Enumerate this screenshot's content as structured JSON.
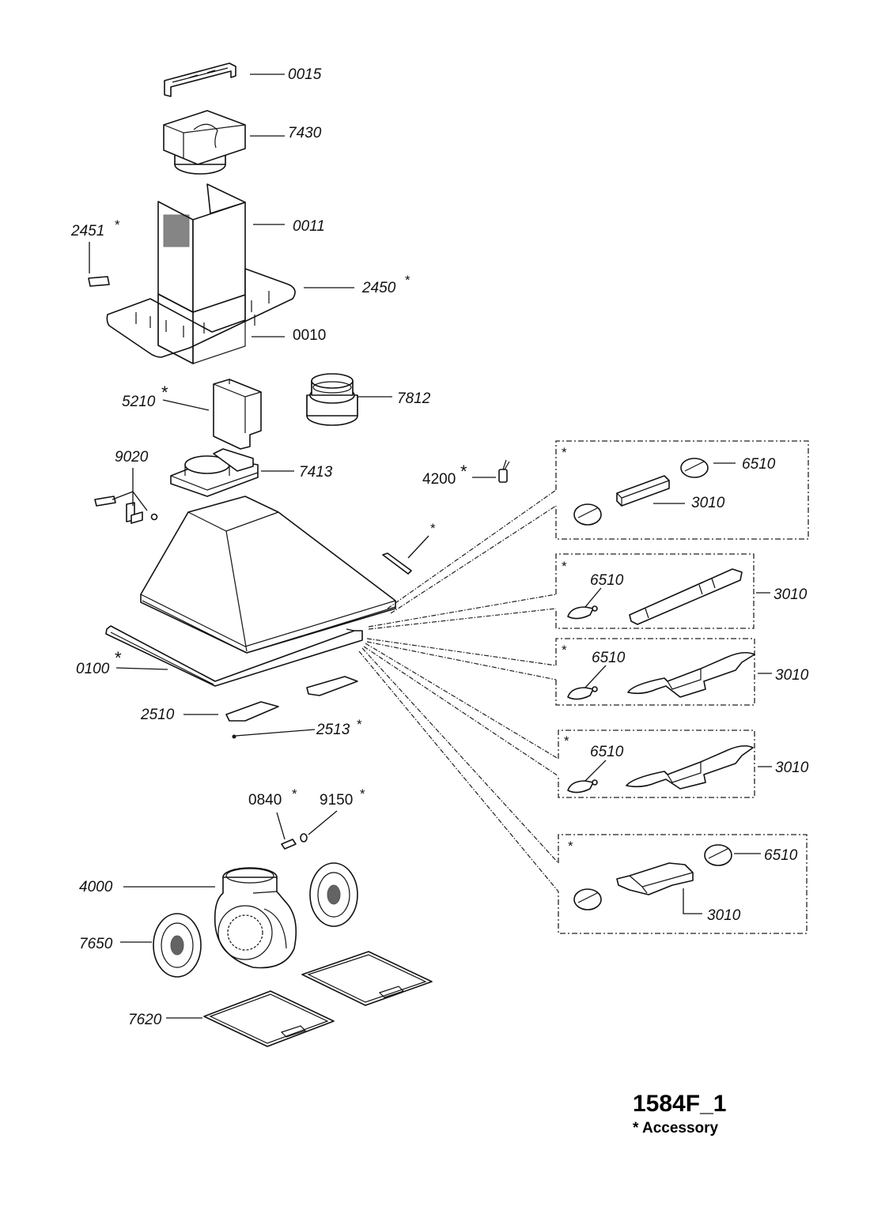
{
  "diagram": {
    "type": "exploded-parts-view",
    "subject": "chimney cooker hood",
    "drawing_code": "1584F_1",
    "legend_note": "* Accessory"
  },
  "labels": {
    "p0015": "0015",
    "p7430": "7430",
    "p0011": "0011",
    "p2451": "2451",
    "p2450": "2450",
    "p0010": "0010",
    "p5210": "5210",
    "p7812": "7812",
    "p9020": "9020",
    "p7413": "7413",
    "p4200": "4200",
    "p0100": "0100",
    "p2510": "2510",
    "p2513": "2513",
    "p0840": "0840",
    "p9150": "9150",
    "p4000": "4000",
    "p7650": "7650",
    "p7620": "7620",
    "asterisk": "*"
  },
  "lighting_options": [
    {
      "box_note": "*",
      "lamp": "6510",
      "holder": "3010"
    },
    {
      "box_note": "*",
      "lamp": "6510",
      "holder": "3010"
    },
    {
      "box_note": "*",
      "lamp": "6510",
      "holder": "3010"
    },
    {
      "box_note": "*",
      "lamp": "6510",
      "holder": "3010"
    },
    {
      "box_note": "*",
      "lamp": "6510",
      "holder": "3010"
    }
  ],
  "parts": [
    {
      "code": "0015",
      "accessory": false
    },
    {
      "code": "7430",
      "accessory": false
    },
    {
      "code": "0011",
      "accessory": false
    },
    {
      "code": "2451",
      "accessory": true
    },
    {
      "code": "2450",
      "accessory": true
    },
    {
      "code": "0010",
      "accessory": false
    },
    {
      "code": "5210",
      "accessory": true
    },
    {
      "code": "7812",
      "accessory": false
    },
    {
      "code": "9020",
      "accessory": false
    },
    {
      "code": "7413",
      "accessory": false
    },
    {
      "code": "4200",
      "accessory": true
    },
    {
      "code": "0100",
      "accessory": true
    },
    {
      "code": "2510",
      "accessory": false
    },
    {
      "code": "2513",
      "accessory": true
    },
    {
      "code": "0840",
      "accessory": true
    },
    {
      "code": "9150",
      "accessory": true
    },
    {
      "code": "4000",
      "accessory": false
    },
    {
      "code": "7650",
      "accessory": false
    },
    {
      "code": "7620",
      "accessory": false
    },
    {
      "code": "6510",
      "accessory": false
    },
    {
      "code": "3010",
      "accessory": false
    }
  ]
}
